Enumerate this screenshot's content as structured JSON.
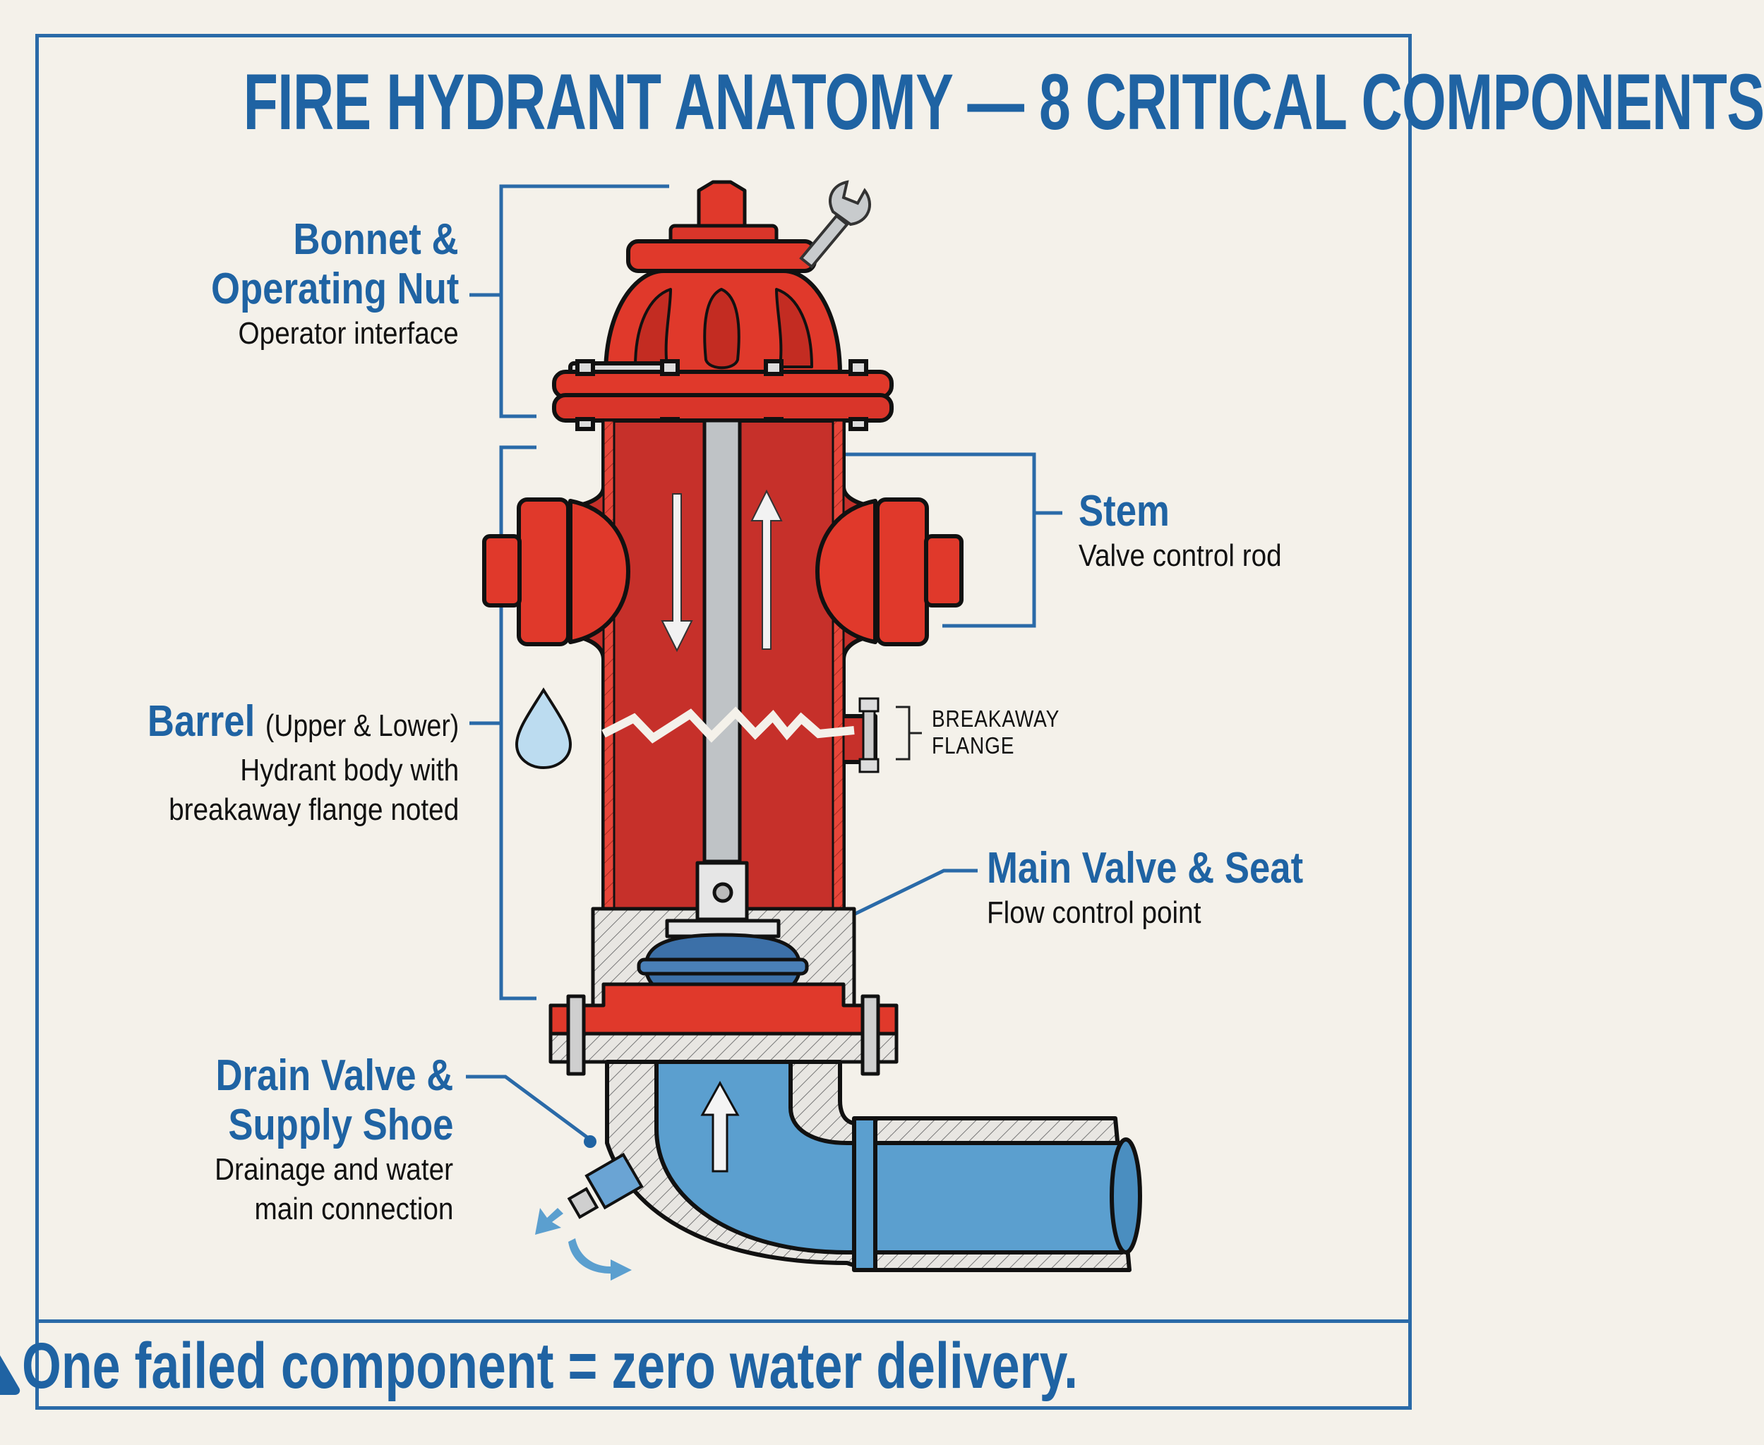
{
  "title": "FIRE HYDRANT ANATOMY — 8 CRITICAL COMPONENTS",
  "components": {
    "bonnet": {
      "name_line1": "Bonnet &",
      "name_line2": "Operating Nut",
      "description": "Operator interface"
    },
    "stem": {
      "name": "Stem",
      "description": "Valve control rod"
    },
    "barrel": {
      "name": "Barrel",
      "qualifier": "(Upper & Lower)",
      "description_line1": "Hydrant body with",
      "description_line2": "breakaway flange noted"
    },
    "breakaway_flange": {
      "line1": "BREAKAWAY",
      "line2": "FLANGE"
    },
    "main_valve": {
      "name": "Main Valve & Seat",
      "description": "Flow control point"
    },
    "drain_valve": {
      "name_line1": "Drain Valve &",
      "name_line2": "Supply Shoe",
      "description_line1": "Drainage and water",
      "description_line2": "main connection"
    }
  },
  "footer": {
    "icon": "warning-triangle-icon",
    "text": "One failed component = zero water delivery."
  },
  "colors": {
    "accent_blue": "#1f63a3",
    "hydrant_red": "#e0392b",
    "water_blue": "#5b9fcf",
    "background": "#f4f1ea"
  }
}
